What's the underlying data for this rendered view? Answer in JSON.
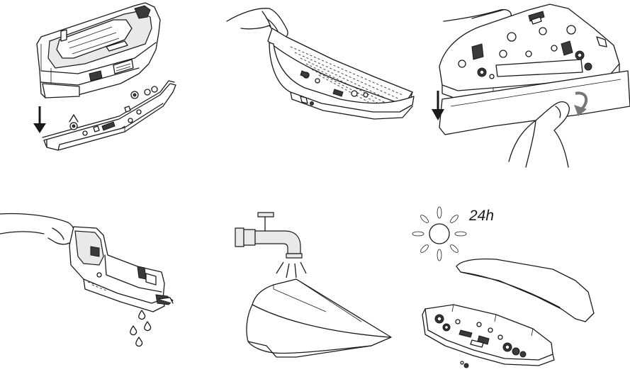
{
  "steps": [
    {
      "id": 1,
      "illustration": "remove-mop-bracket"
    },
    {
      "id": 2,
      "illustration": "peel-mop-cloth"
    },
    {
      "id": 3,
      "illustration": "slide-off-mop-cloth"
    },
    {
      "id": 4,
      "illustration": "drain-water-tank"
    },
    {
      "id": 5,
      "illustration": "rinse-mop-cloth"
    },
    {
      "id": 6,
      "illustration": "sun-dry-and-reattach"
    }
  ],
  "drying": {
    "time_label": "24h",
    "icon": "sun-icon"
  },
  "icons": [
    "down-arrow-icon",
    "faucet-icon",
    "water-drop-icon",
    "sun-icon",
    "curved-arrow-icon",
    "hand-icon"
  ],
  "colors": {
    "line": "#1a1a1a",
    "fill_light": "#e9e9e9",
    "fill_dark": "#3a3a3a",
    "background": "#ffffff"
  }
}
